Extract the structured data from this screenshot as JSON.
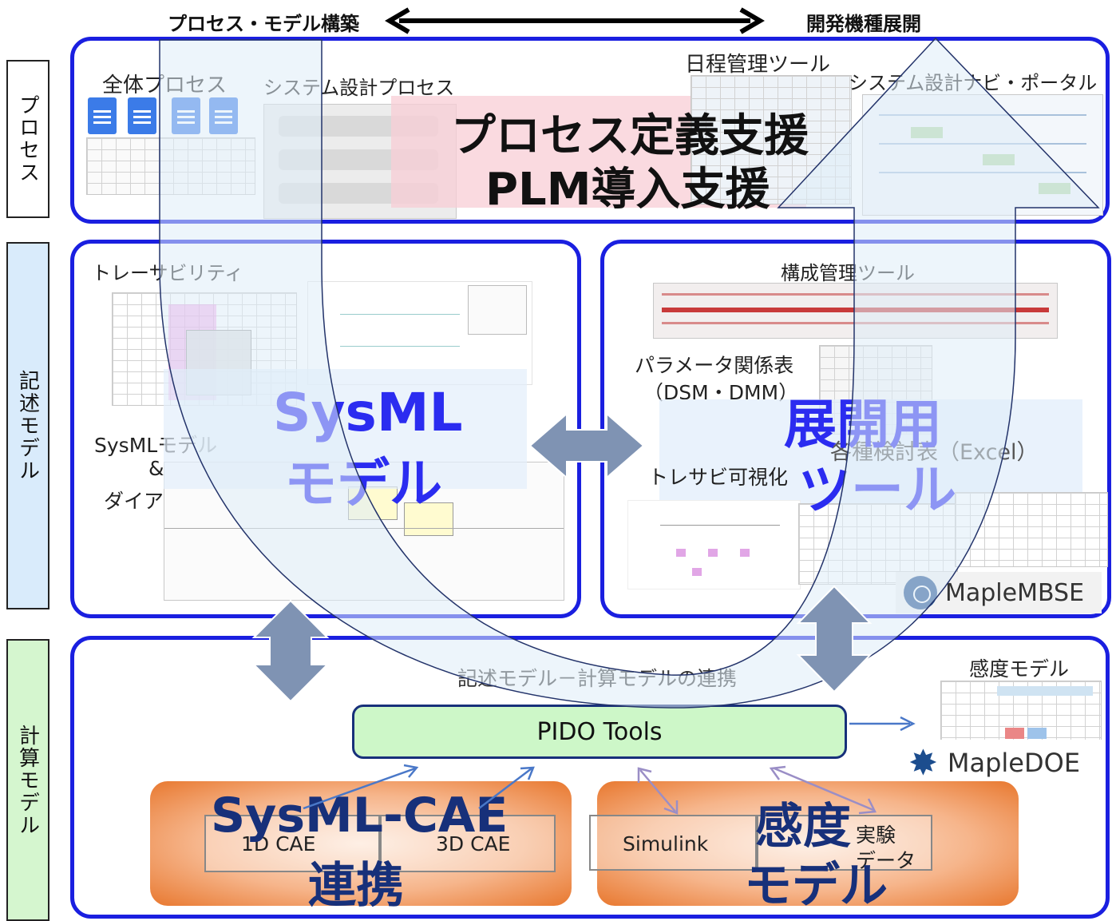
{
  "header": {
    "left_title": "プロセス・モデル構築",
    "right_title": "開発機種展開"
  },
  "lanes": {
    "process": "プロセス",
    "descriptive": "記述モデル",
    "compute": "計算モデル"
  },
  "process": {
    "overall_process": "全体プロセス",
    "system_design_process": "システム設計プロセス",
    "schedule_tool": "日程管理ツール",
    "navi_portal": "システム設計ナビ・ポータル",
    "banner_line1": "プロセス定義支援",
    "banner_line2": "PLM導入支援"
  },
  "sysml_panel": {
    "traceability": "トレーサビリティ",
    "model_line1": "SysMLモデル",
    "model_line2": "&",
    "model_line3": "ダイアグラム",
    "big_line1": "SysML",
    "big_line2": "モデル"
  },
  "tools_panel": {
    "config_tool": "構成管理ツール",
    "param_table_line1": "パラメータ関係表",
    "param_table_line2": "（DSM・DMM）",
    "review_sheets": "各種検討表（Excel）",
    "trace_vis": "トレサビ可視化",
    "big_line1": "展開用",
    "big_line2": "ツール",
    "maple_mbse": "MapleMBSE"
  },
  "compute": {
    "link_label": "記述モデル－計算モデルの連携",
    "pido": "PIDO Tools",
    "sensitivity_model": "感度モデル",
    "maple_doe": "MapleDOE",
    "cae_1d": "1D CAE",
    "cae_3d": "3D CAE",
    "simulink": "Simulink",
    "experiment_line1": "実験",
    "experiment_line2": "データ",
    "sysml_cae_line1": "SysML-CAE",
    "sysml_cae_line2": "連携",
    "sens_big_line1": "感度",
    "sens_big_line2": "モデル"
  },
  "colors": {
    "frame_blue": "#1a1fe0",
    "big_blue": "#2b2cf0",
    "navy": "#17307a",
    "pido_fill": "#cdf7c8",
    "arrow_gray": "#7f93b3"
  }
}
